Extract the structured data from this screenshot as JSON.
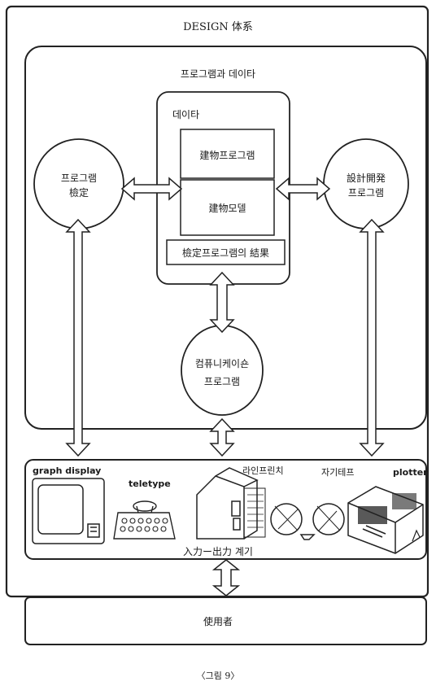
{
  "title": "DESIGN 体系",
  "program_data_section": {
    "label": "프로그램과 데이타"
  },
  "data_box": {
    "label": "데이타",
    "building_program": "建物프로그램",
    "building_model": "建物모델",
    "check_result": "檢定프로그램의 結果"
  },
  "check_program": {
    "label_line1": "프로그램",
    "label_line2": "檢定"
  },
  "design_program": {
    "label_line1": "設計開発",
    "label_line2": "프로그램"
  },
  "communication_program": {
    "label_line1": "컴퓨니케이숀",
    "label_line2": "프로그램"
  },
  "io_devices": {
    "label": "入力ー出力 계기",
    "graph_display": "graph display",
    "teletype": "teletype",
    "line_printer": "라인프린치",
    "magnetic_tape": "자기테프",
    "plotter": "plotter"
  },
  "user": {
    "label": "使用者"
  },
  "caption": "〈그림 9〉"
}
